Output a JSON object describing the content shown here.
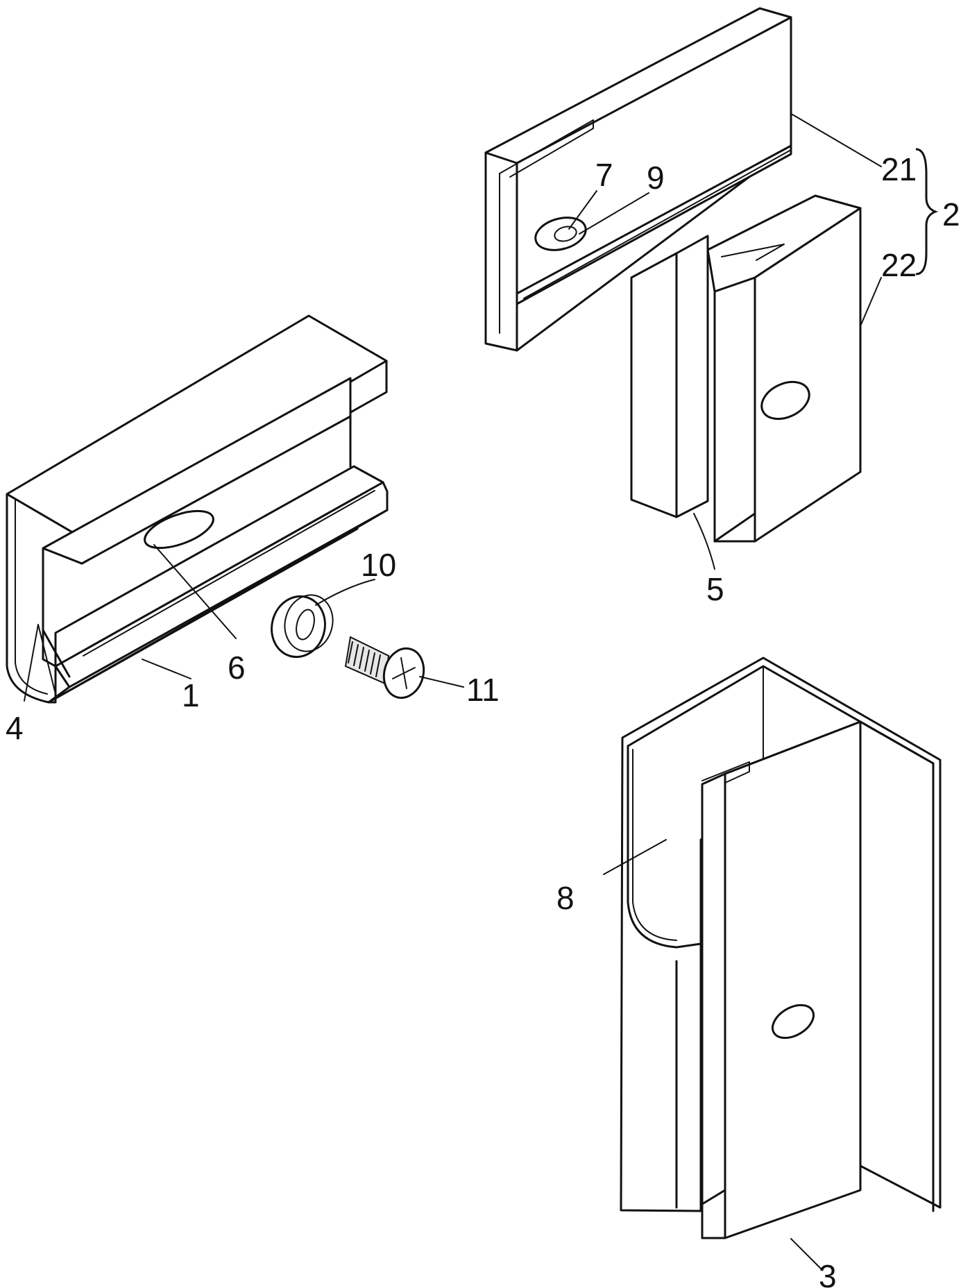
{
  "labels": {
    "l1": "1",
    "l2": "2",
    "l3": "3",
    "l4": "4",
    "l5": "5",
    "l6": "6",
    "l7": "7",
    "l8": "8",
    "l9": "9",
    "l10": "10",
    "l11": "11",
    "l21": "21",
    "l22": "22"
  }
}
